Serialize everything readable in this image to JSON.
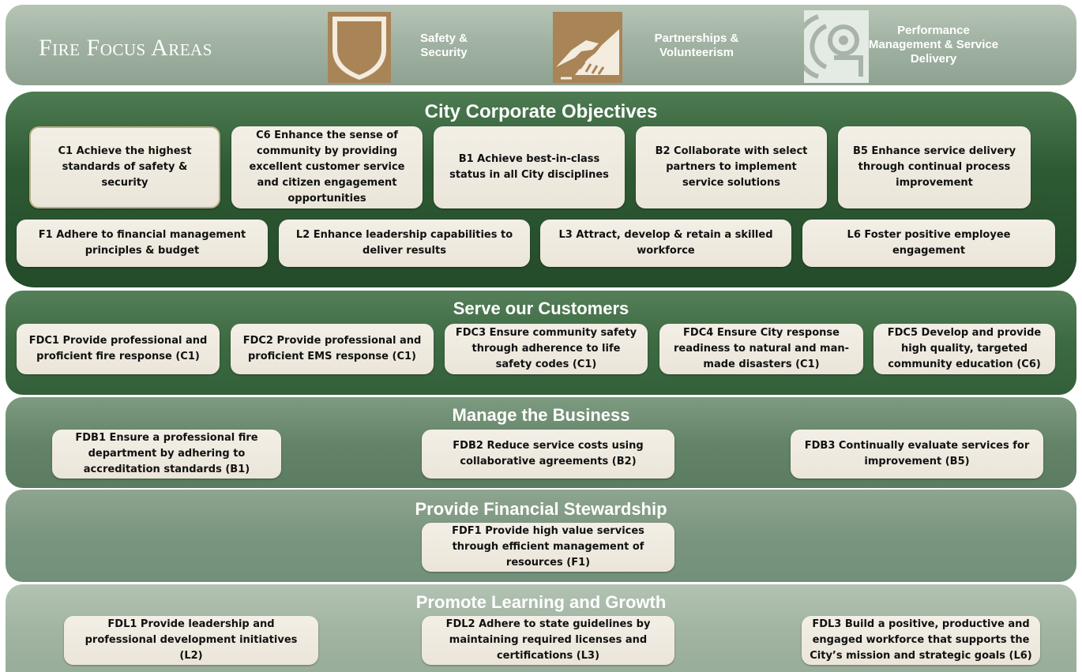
{
  "header": {
    "title": "Fire Focus Areas",
    "areas": [
      {
        "label": "Safety & Security",
        "icon": "shield-icon"
      },
      {
        "label": "Partnerships & Volunteerism",
        "icon": "handshake-icon"
      },
      {
        "label": "Performance Management & Service Delivery",
        "icon": "target-icon"
      }
    ],
    "icon_color": "#a98456"
  },
  "corporate": {
    "title": "City Corporate Objectives",
    "row1": [
      "C1  Achieve the highest standards of safety & security",
      "C6 Enhance the sense of community by providing excellent customer service and citizen engagement opportunities",
      "B1 Achieve best-in-class status in all City disciplines",
      "B2 Collaborate with select partners to implement service solutions",
      "B5 Enhance service delivery through continual process improvement"
    ],
    "row2": [
      "F1 Adhere to financial management principles & budget",
      "L2 Enhance leadership capabilities to deliver results",
      "L3 Attract, develop & retain a skilled workforce",
      "L6 Foster positive employee engagement"
    ]
  },
  "serve": {
    "title": "Serve our Customers",
    "items": [
      "FDC1 Provide professional and proficient fire response (C1)",
      "FDC2 Provide professional and proficient EMS response (C1)",
      "FDC3 Ensure community safety through adherence to life safety codes (C1)",
      "FDC4 Ensure City response readiness to natural and man-made disasters (C1)",
      "FDC5 Develop and provide high quality, targeted community education (C6)"
    ]
  },
  "manage": {
    "title": "Manage the Business",
    "items": [
      "FDB1 Ensure a professional fire department by adhering to accreditation standards (B1)",
      "FDB2 Reduce service costs using collaborative agreements (B2)",
      "FDB3 Continually evaluate services for improvement (B5)"
    ]
  },
  "finance": {
    "title": "Provide Financial Stewardship",
    "items": [
      "FDF1 Provide high value services through efficient management of resources (F1)"
    ]
  },
  "learn": {
    "title": "Promote Learning and Growth",
    "items": [
      "FDL1 Provide leadership and professional development initiatives (L2)",
      "FDL2 Adhere to state guidelines by maintaining required licenses and certifications (L3)",
      "FDL3 Build a positive, productive and engaged workforce that supports the City’s mission and strategic goals (L6)"
    ]
  }
}
